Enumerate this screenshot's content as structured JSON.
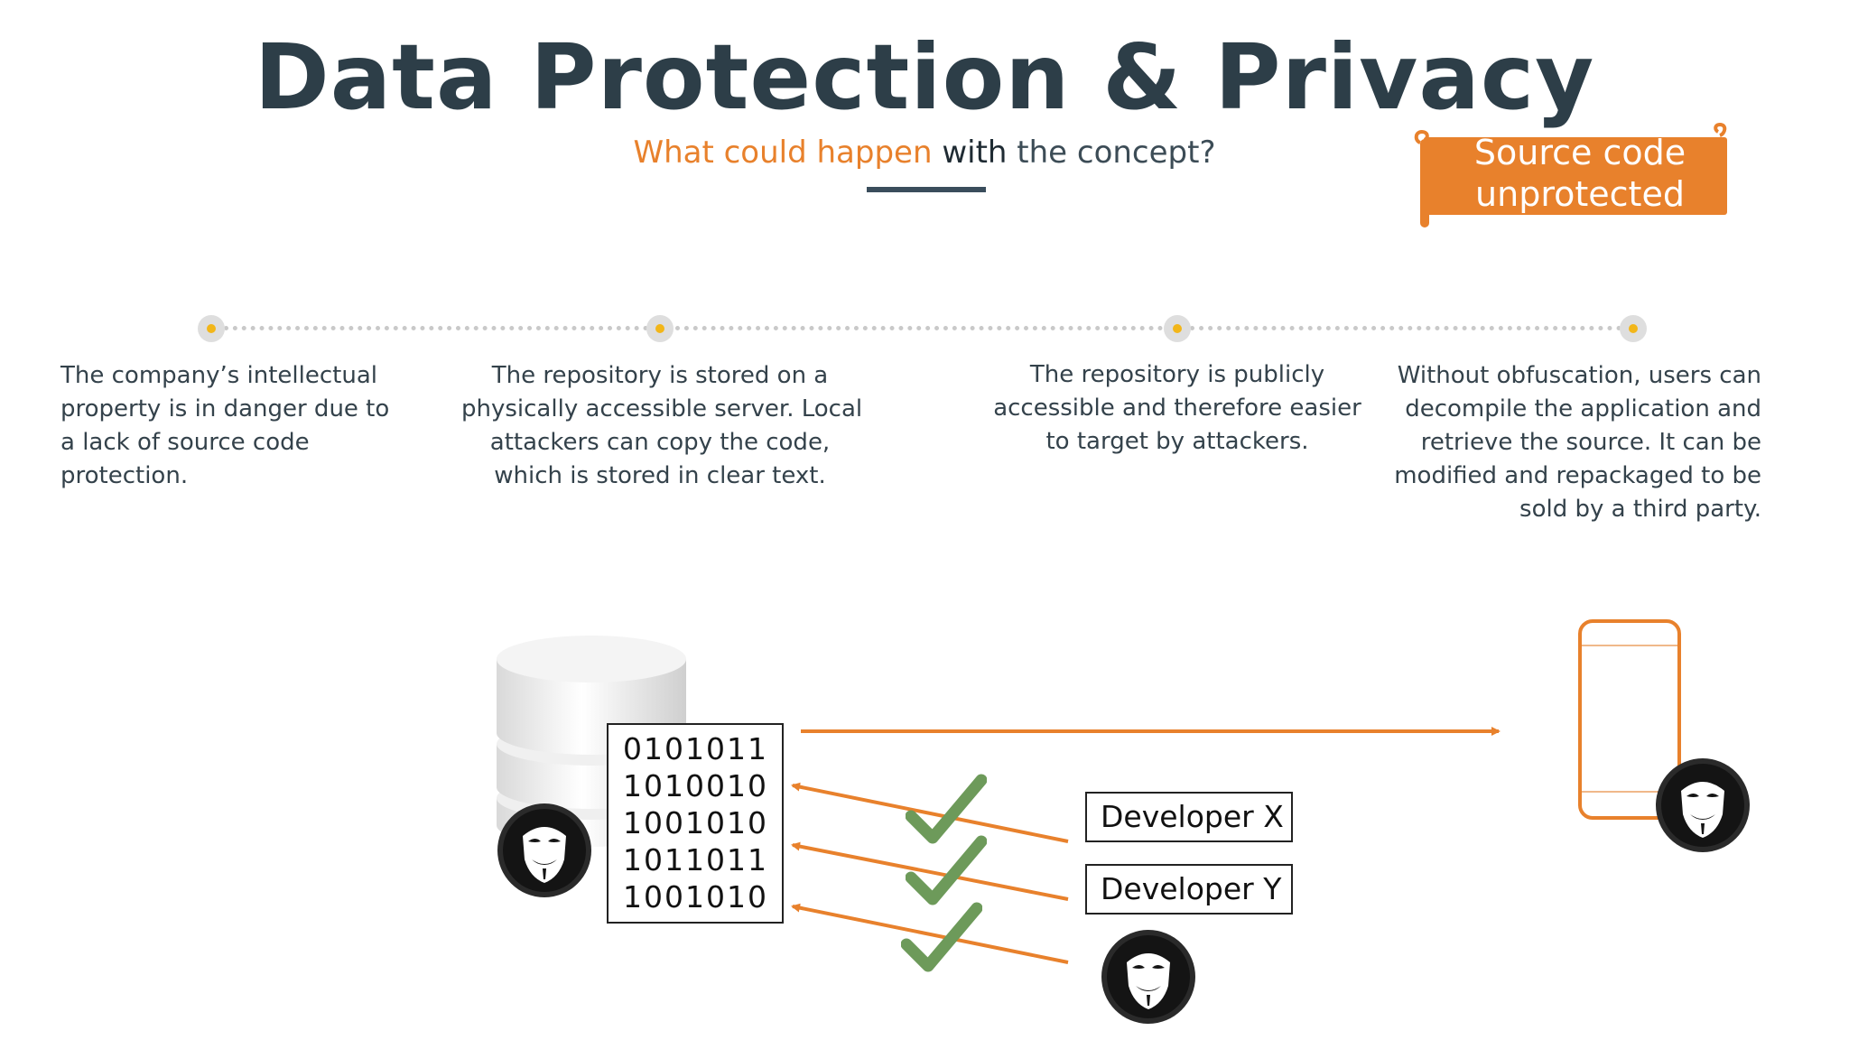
{
  "title": "Data Protection & Privacy",
  "subtitle": {
    "part1": "What could happen",
    "part2": "with",
    "part3": "the concept?"
  },
  "banner": {
    "line1": "Source code",
    "line2": "unprotected"
  },
  "timeline": [
    {
      "lines": [
        "The company’s intellectual",
        "property is in danger due to",
        "a lack of source code",
        "protection."
      ]
    },
    {
      "lines": [
        "The repository is stored on a",
        "physically accessible server. Local",
        "attackers can copy the code,",
        "which is stored in clear text."
      ]
    },
    {
      "lines": [
        "The repository is publicly",
        "accessible and therefore easier",
        "to target by attackers."
      ]
    },
    {
      "lines": [
        "Without obfuscation, users can",
        "decompile the application and",
        "retrieve the source. It can be",
        "modified and repackaged to be",
        "sold by a third party."
      ]
    }
  ],
  "code_lines": [
    "0101011",
    "1010010",
    "1001010",
    "1011011",
    "1001010"
  ],
  "developers": [
    "Developer X",
    "Developer Y"
  ],
  "colors": {
    "accent": "#e8812c",
    "title": "#2d3e48",
    "check": "#6d9a5a",
    "timeline_dot": "#f2b619"
  },
  "icons": {
    "database": "database-icon",
    "hacker": "anonymous-mask-icon",
    "check": "checkmark-icon",
    "phone": "smartphone-icon",
    "banner": "scroll-banner"
  }
}
